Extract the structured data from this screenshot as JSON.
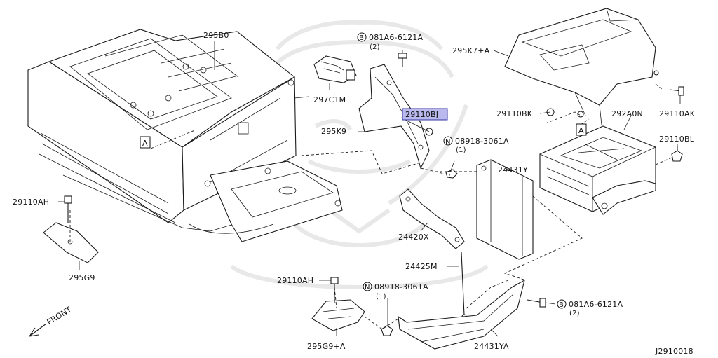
{
  "parts": {
    "p295B0": "295B0",
    "p297C1M": "297C1M",
    "p295K9": "295K9",
    "p29110BJ": "29110BJ",
    "bolt_top_code": "081A6-6121A",
    "bolt_top_qty": "(2)",
    "nut_mid_code": "08918-3061A",
    "nut_mid_qty": "(1)",
    "p295K7A": "295K7+A",
    "p29110BK": "29110BK",
    "p29110AK": "29110AK",
    "p292A0N": "292A0N",
    "p29110BL": "29110BL",
    "p24431Y": "24431Y",
    "p24420X": "24420X",
    "p24425M": "24425M",
    "p29110AH_left": "29110AH",
    "p295G9": "295G9",
    "p29110AH_bottom": "29110AH",
    "nut_bottom_code": "08918-3061A",
    "nut_bottom_qty": "(1)",
    "p295G9A": "295G9+A",
    "bolt_right_code": "081A6-6121A",
    "bolt_right_qty": "(2)",
    "p24431YA": "24431YA",
    "ref_A_left": "A",
    "ref_A_right": "A",
    "front_label": "FRONT",
    "diagram_id": "J2910018",
    "symbol_B": "B",
    "symbol_N": "N"
  },
  "colors": {
    "highlight": "#b9b9ee",
    "line": "#1a1a1a",
    "watermark": "#e6e6e6"
  }
}
